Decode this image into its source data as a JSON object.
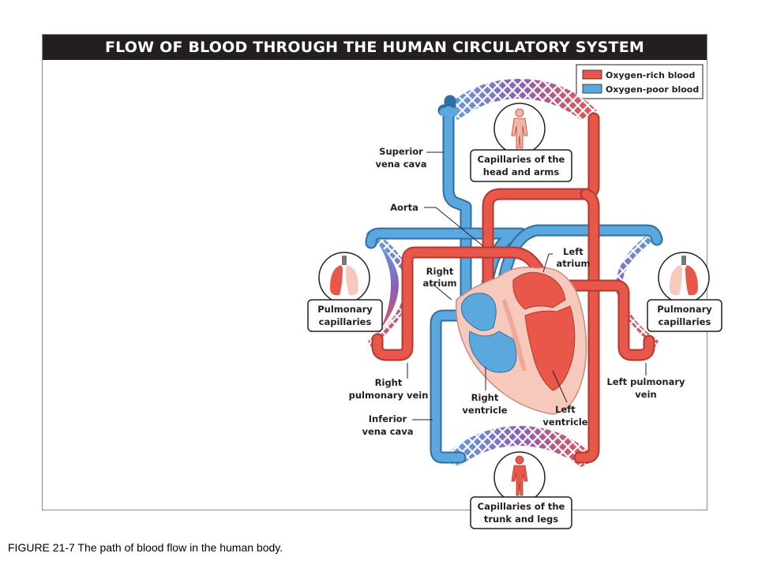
{
  "title": "FLOW OF BLOOD THROUGH THE HUMAN CIRCULATORY SYSTEM",
  "legend": {
    "oxygen_rich": {
      "label": "Oxygen-rich blood",
      "color": "#e8574a"
    },
    "oxygen_poor": {
      "label": "Oxygen-poor blood",
      "color": "#5aa8de"
    }
  },
  "boxes": {
    "head_arms": [
      "Capillaries of the",
      "head and arms"
    ],
    "pulmonary_left": [
      "Pulmonary",
      "capillaries"
    ],
    "pulmonary_right": [
      "Pulmonary",
      "capillaries"
    ],
    "trunk_legs": [
      "Capillaries of the",
      "trunk and legs"
    ]
  },
  "labels": {
    "superior_vena_cava": [
      "Superior",
      "vena cava"
    ],
    "aorta": [
      "Aorta"
    ],
    "left_atrium": [
      "Left",
      "atrium"
    ],
    "right_atrium": [
      "Right",
      "atrium"
    ],
    "right_pulmonary_vein": [
      "Right",
      "pulmonary vein"
    ],
    "inferior_vena_cava": [
      "Inferior",
      "vena cava"
    ],
    "right_ventricle": [
      "Right",
      "ventricle"
    ],
    "left_ventricle": [
      "Left",
      "ventricle"
    ],
    "left_pulmonary_vein": [
      "Left pulmonary",
      "vein"
    ]
  },
  "caption": "FIGURE 21-7 The path of blood flow in the human body."
}
